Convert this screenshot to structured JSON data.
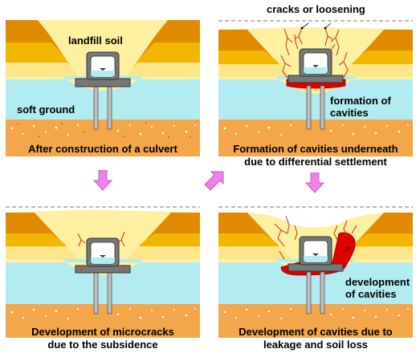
{
  "figure": {
    "panels": [
      {
        "id": "p1",
        "caption": [
          "After construction of a culvert"
        ],
        "labels": [
          "landfill soil",
          "soft ground"
        ]
      },
      {
        "id": "p2",
        "caption": [
          "Formation of cavities underneath",
          "due to differential settlement"
        ],
        "labels": [
          "cracks or loosening",
          "formation of",
          "cavities"
        ]
      },
      {
        "id": "p3",
        "caption": [
          "Development of microcracks",
          "due to the subsidence"
        ],
        "labels": []
      },
      {
        "id": "p4",
        "caption": [
          "Development of cavities due to",
          "leakage and soil loss"
        ],
        "labels": [
          "development",
          "of cavities"
        ]
      }
    ],
    "colors": {
      "landfill": "#fdf0a0",
      "soft_ground": "#b3ecf0",
      "gravel": "#f4a64a",
      "orange_layer": "#e08a00",
      "clay_layer": "#f2b600",
      "culvert": "#777777",
      "crack": "#d0421b",
      "cavity": "#e00000",
      "arrow": "#ee82ee"
    }
  }
}
